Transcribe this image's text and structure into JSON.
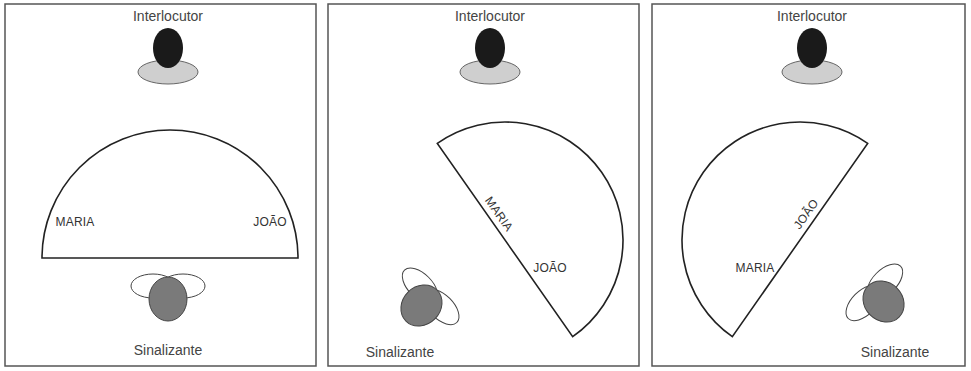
{
  "diagram": {
    "nodes": [
      {
        "text": [
          "MARIA",
          "JOÃO"
        ]
      },
      {
        "text": [
          "MARIA",
          "JOÃO"
        ]
      },
      {
        "text": [
          "MARIA",
          "JOÃO"
        ]
      }
    ],
    "labels": [
      "Interlocutor",
      "Sinalizante",
      "Interlocutor",
      "Sinalizante",
      "Interlocutor",
      "Sinalizante"
    ]
  }
}
